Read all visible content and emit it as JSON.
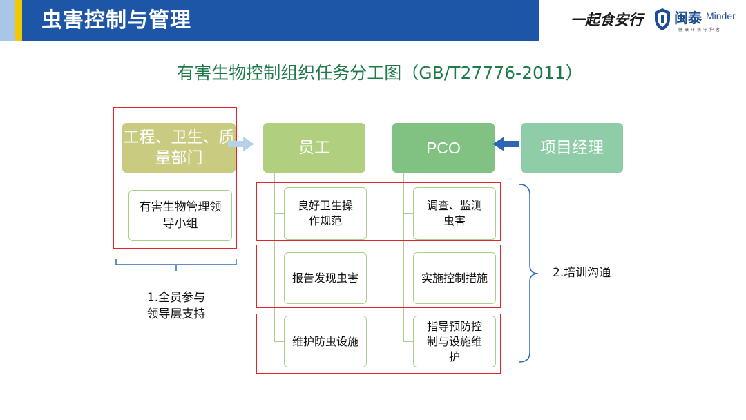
{
  "header": {
    "title": "虫害控制与管理",
    "slogan": "一起食安行",
    "brand_cn": "闽泰",
    "brand_en": "Minder",
    "brand_sub": "健康环境守护者"
  },
  "diagram": {
    "title": "有害生物控制组织任务分工图（GB/T27776-2011）",
    "top_boxes": {
      "dept": "工程、卫生、质量部门",
      "staff": "员工",
      "pco": "PCO",
      "pm": "项目经理"
    },
    "dept_sub": "有害生物管理领导小组",
    "staff_items": [
      "良好卫生操作规范",
      "报告发现虫害",
      "维护防虫设施"
    ],
    "pco_items": [
      "调查、监测虫害",
      "实施控制措施",
      "指导预防控制与设施维护"
    ],
    "label_left": "1.全员参与\n领导层支持",
    "label_right": "2.培训沟通"
  },
  "colors": {
    "header_blue": "#1d55a7",
    "header_accent_yellow": "#f2c800",
    "title_green": "#1f7a4a",
    "frame_red": "#e3232a",
    "bracket_blue": "#2e6db4"
  }
}
